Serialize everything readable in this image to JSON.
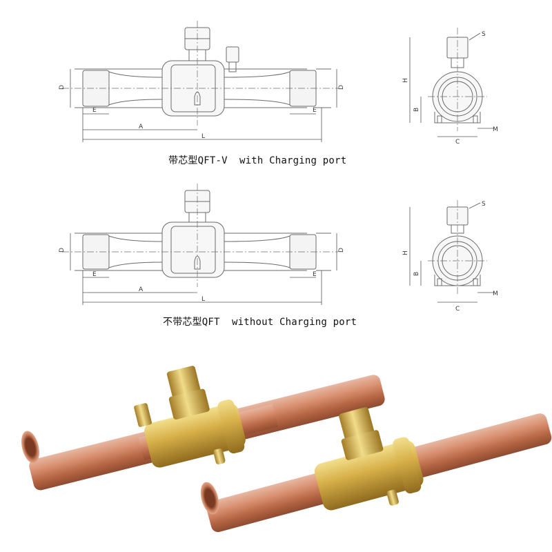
{
  "captions": {
    "with_port": "带芯型QFT-V  with Charging port",
    "without_port": "不带芯型QFT  without Charging port"
  },
  "dims": {
    "D": "D",
    "E": "E",
    "A": "A",
    "L": "L",
    "H": "H",
    "B": "B",
    "C": "C",
    "M": "M",
    "S": "S"
  },
  "colors": {
    "line": "#555555",
    "copper": "#c97a5a",
    "brass": "#c9a338"
  }
}
